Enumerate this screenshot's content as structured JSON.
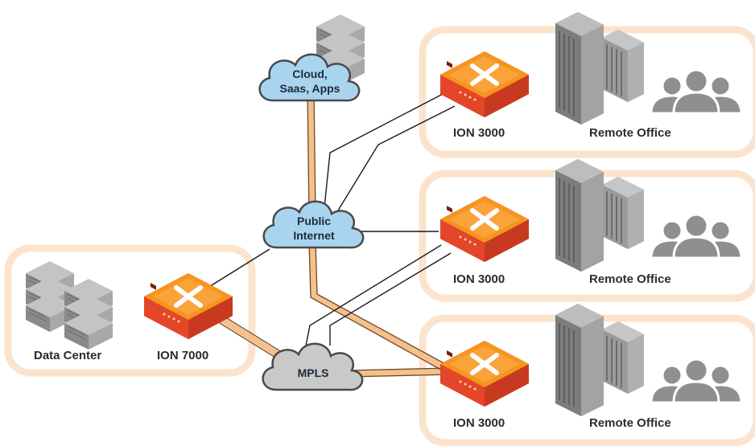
{
  "colors": {
    "group_border": "#fbe3cd",
    "group_fill": "#ffffff",
    "device_orange": "#f7941d",
    "device_red": "#e4462a",
    "thick_link": "#f6c08c",
    "thin_link": "#1a1a1a",
    "cloud_blue": "#a9d4ef",
    "cloud_gray": "#c9c9c9",
    "server_gray": "#9a9a9a",
    "building_gray": "#8f8f8f"
  },
  "icons": {
    "device": "router-x-icon",
    "server": "server-stack-icon",
    "building": "building-icon",
    "people": "people-group-icon",
    "cloud": "cloud-icon"
  },
  "clouds": {
    "cloud_apps": [
      "Cloud,",
      "Saas, Apps"
    ],
    "public_internet": [
      "Public",
      "Internet"
    ],
    "mpls": [
      "MPLS"
    ]
  },
  "data_center": {
    "site_label": "Data Center",
    "device_label": "ION 7000"
  },
  "branches": [
    {
      "device_label": "ION 3000",
      "site_label": "Remote Office"
    },
    {
      "device_label": "ION 3000",
      "site_label": "Remote Office"
    },
    {
      "device_label": "ION 3000",
      "site_label": "Remote Office"
    }
  ]
}
